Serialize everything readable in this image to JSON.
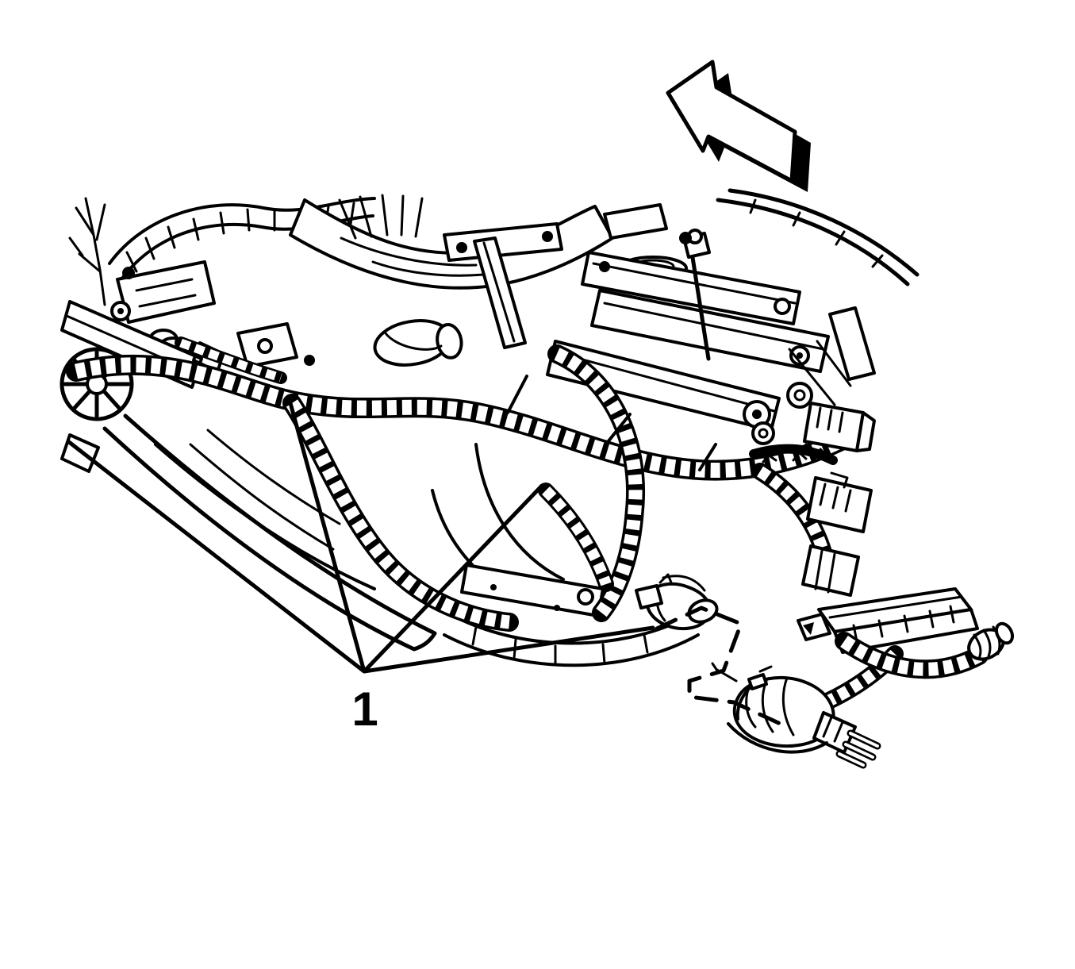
{
  "figure": {
    "kind": "engine-wiring-harness-service-illustration",
    "background_color": "#ffffff",
    "line_color": "#000000",
    "callout": {
      "label": "1",
      "leader_count": 4
    },
    "direction_arrow": {
      "icon": "direction-arrow-icon",
      "points": "upper-left"
    }
  }
}
